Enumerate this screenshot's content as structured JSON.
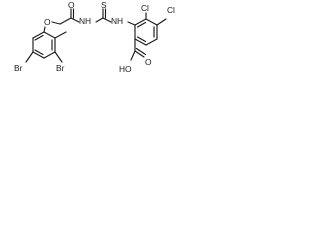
{
  "structure": {
    "labels": {
      "br_left": "Br",
      "br_ortho": "Br",
      "o_ether": "O",
      "o_amide": "O",
      "nh_amide": "NH",
      "s_thio": "S",
      "nh_thio": "NH",
      "cl_left": "Cl",
      "cl_right": "Cl",
      "oh_acid": "HO",
      "o_acid": "O"
    }
  }
}
